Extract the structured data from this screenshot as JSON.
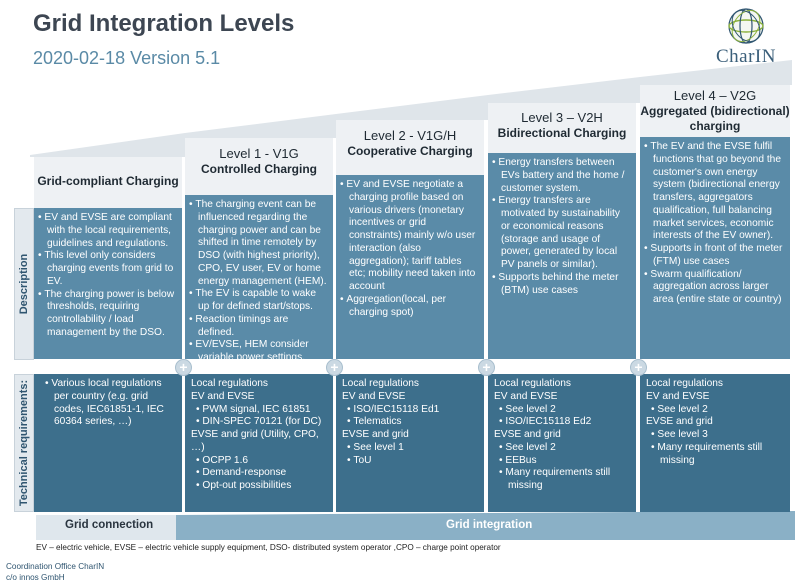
{
  "header": {
    "title": "Grid Integration Levels",
    "subtitle": "2020-02-18 Version 5.1",
    "logo_text": "CharIN"
  },
  "row_labels": {
    "description": "Description",
    "technical": "Technical requirements:"
  },
  "levels": [
    {
      "name": "Grid-compliant Charging",
      "description": [
        "EV and EVSE are compliant with the local requirements, guidelines and regulations.",
        "This level only considers charging events from grid to EV.",
        "The charging power is below thresholds, requiring controllability / load management by the DSO."
      ],
      "technical": [
        {
          "type": "bullet",
          "text": "Various local regulations per country (e.g. grid codes, IEC61851-1, IEC 60364 series, …)"
        }
      ]
    },
    {
      "level": "Level 1 - V1G",
      "name": "Controlled Charging",
      "description": [
        "The charging event can be influenced regarding the charging power and can be shifted in time remotely by DSO (with highest priority), CPO, EV user, EV or home energy management (HEM).",
        "The EV is capable to wake up for defined start/stops.",
        "Reaction timings are defined.",
        "EV/EVSE, HEM consider variable power settings."
      ],
      "technical": [
        {
          "type": "line",
          "text": "Local regulations"
        },
        {
          "type": "line",
          "text": "EV and EVSE"
        },
        {
          "type": "bullet",
          "text": "PWM signal, IEC 61851"
        },
        {
          "type": "bullet",
          "text": "DIN-SPEC 70121 (for DC)"
        },
        {
          "type": "line",
          "text": "EVSE and grid (Utility, CPO, …)"
        },
        {
          "type": "bullet",
          "text": "OCPP 1.6"
        },
        {
          "type": "bullet",
          "text": "Demand-response"
        },
        {
          "type": "bullet",
          "text": "Opt-out possibilities"
        }
      ]
    },
    {
      "level": "Level 2 - V1G/H",
      "name": "Cooperative Charging",
      "description": [
        "EV and EVSE negotiate a charging profile based on various drivers (monetary incentives or grid constraints) mainly w/o user interaction (also aggregation); tariff tables etc; mobility need taken into account",
        "Aggregation(local, per charging spot)"
      ],
      "technical": [
        {
          "type": "line",
          "text": "Local regulations"
        },
        {
          "type": "line",
          "text": "EV and EVSE"
        },
        {
          "type": "bullet",
          "text": "ISO/IEC15118 Ed1"
        },
        {
          "type": "bullet",
          "text": "Telematics"
        },
        {
          "type": "line",
          "text": "EVSE and grid"
        },
        {
          "type": "bullet",
          "text": "See level 1"
        },
        {
          "type": "bullet",
          "text": "ToU"
        }
      ]
    },
    {
      "level": "Level 3 – V2H",
      "name": "Bidirectional Charging",
      "description": [
        "Energy transfers between EVs battery and the home / customer system.",
        "Energy transfers are motivated by sustainability or economical reasons (storage and usage of power, generated by local PV panels or similar).",
        "Supports behind the meter (BTM) use cases"
      ],
      "technical": [
        {
          "type": "line",
          "text": "Local regulations"
        },
        {
          "type": "line",
          "text": "EV and EVSE"
        },
        {
          "type": "bullet",
          "text": "See level 2"
        },
        {
          "type": "bullet",
          "text": "ISO/IEC15118 Ed2"
        },
        {
          "type": "line",
          "text": "EVSE and grid"
        },
        {
          "type": "bullet",
          "text": "See level 2"
        },
        {
          "type": "bullet",
          "text": "EEBus"
        },
        {
          "type": "bullet",
          "text": "Many requirements still missing"
        }
      ]
    },
    {
      "level": "Level 4 – V2G",
      "name": "Aggregated (bidirectional) charging",
      "description": [
        "The EV and the EVSE fulfil functions that go beyond the customer's own energy system (bidirectional energy transfers, aggregators qualification, full balancing market services, economic interests of the EV owner).",
        "Supports in front of the meter (FTM) use cases",
        "Swarm qualification/ aggregation across larger area (entire state or country)"
      ],
      "technical": [
        {
          "type": "line",
          "text": "Local regulations"
        },
        {
          "type": "line",
          "text": "EV and EVSE"
        },
        {
          "type": "bullet",
          "text": "See level 2"
        },
        {
          "type": "line",
          "text": "EVSE and grid"
        },
        {
          "type": "bullet",
          "text": "See level 3"
        },
        {
          "type": "bullet",
          "text": "Many requirements still missing"
        }
      ]
    }
  ],
  "bottom_bar": {
    "left": "Grid connection",
    "right": "Grid integration"
  },
  "footnote": "EV – electric vehicle, EVSE – electric vehicle supply equipment, DSO- distributed system operator ,CPO – charge point operator",
  "office": [
    "Coordination Office CharIN",
    "c/o innos GmbH"
  ],
  "colors": {
    "description_bg": "#5a8ba8",
    "technical_bg": "#3d6f8c",
    "header_bg": "#eef1f4",
    "accent": "#5a8aa6"
  }
}
